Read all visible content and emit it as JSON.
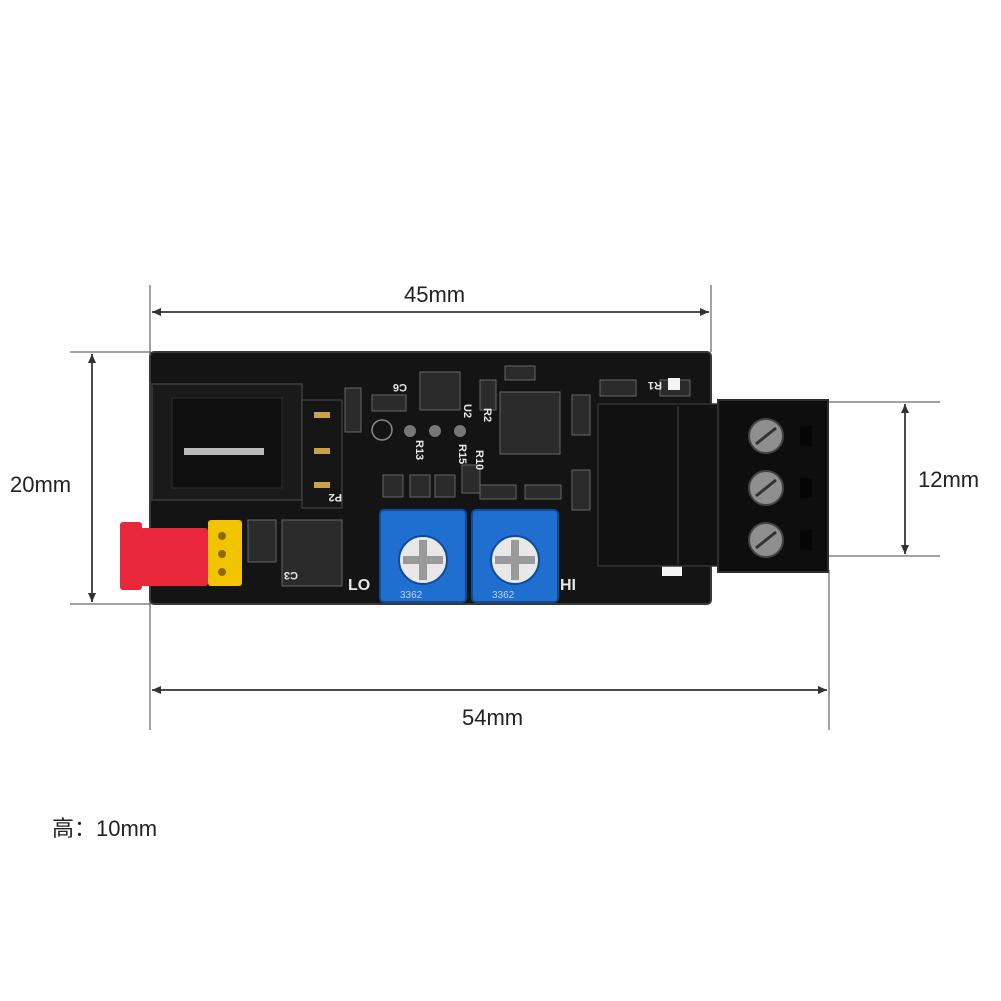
{
  "dimensions": {
    "width_top": "45mm",
    "width_total": "54mm",
    "height_left": "20mm",
    "height_right": "12mm",
    "height_note": "高：10mm"
  },
  "board": {
    "silkscreen": {
      "lo": "LO",
      "hi": "HI",
      "c6": "C6",
      "u2": "U2",
      "c3": "C3",
      "r2": "R2",
      "r13": "R13",
      "r15": "R15",
      "r10": "R10",
      "p2": "P2",
      "r1": "R1",
      "trim_code_1": "3362",
      "trim_code_2": "3362"
    }
  },
  "colors": {
    "pcb": "#141414",
    "trimmer": "#1f6fd0",
    "terminal": "#0e0e0e",
    "jumper_red": "#e8283a",
    "header_yellow": "#f2c400"
  }
}
